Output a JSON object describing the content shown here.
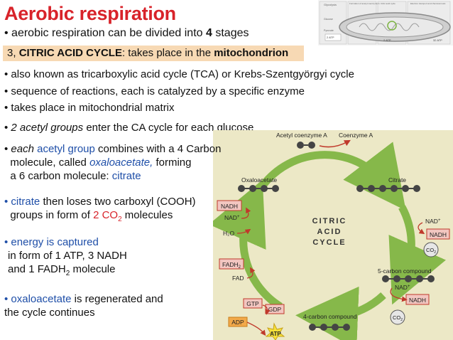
{
  "title": "Aerobic respiration",
  "stages_line": {
    "prefix": "• aerobic respiration can be divided into ",
    "bold": "4",
    "suffix": " stages"
  },
  "stage_box": {
    "prefix": "3, ",
    "name": "CITRIC ACID CYCLE",
    "mid": ": takes place in the ",
    "place": "mitochondrion"
  },
  "bullets_top": [
    "• also known as tricarboxylic acid cycle (TCA) or Krebs-Szentgyörgyi cycle",
    "• sequence of reactions, each is catalyzed by a specific enzyme",
    "• takes place in mitochondrial matrix"
  ],
  "acetyl_line": {
    "bullet": "• ",
    "italic": "2 acetyl groups",
    "rest": " enter the CA cycle for each glucose"
  },
  "acetyl_group_para": {
    "l1_pre": "• ",
    "l1_it": "each ",
    "l1_blue": "acetyl group",
    "l1_rest": " combines with a 4 Carbon",
    "l2_pre": "  molecule, called ",
    "l2_blue": "oxaloacetate,",
    "l2_rest": " forming",
    "l3_pre": "  a 6 carbon molecule: ",
    "l3_blue": "citrate"
  },
  "citrate_para": {
    "l1_blue": "• citrate",
    "l1_rest": " then loses two carboxyl (COOH)",
    "l2_pre": "  groups in form of ",
    "l2_red": "2 CO",
    "l2_sub": "2",
    "l2_rest": " molecules"
  },
  "energy_para": {
    "l1": "• energy is captured",
    "l2": "in form of 1 ATP, 3 NADH",
    "l3_pre": "and 1 FADH",
    "l3_sub": "2",
    "l3_rest": " molecule"
  },
  "oxalo_para": {
    "l1_blue": "• oxaloacetate",
    "l1_rest": " is regenerated and",
    "l2": "  the cycle continues"
  },
  "diagram": {
    "center": [
      "CITRIC",
      "ACID",
      "CYCLE"
    ],
    "acetyl_coa": "Acetyl coenzyme A",
    "coa": "Coenzyme A",
    "oxaloacetate": "Oxaloacetate",
    "citrate": "Citrate",
    "five_carbon": "5-carbon compound",
    "four_carbon": "4-carbon compound",
    "nadh": "NADH",
    "nad": "NAD",
    "nad_sup": "+",
    "h2o": "H₂O",
    "fadh": "FADH",
    "fadh_sub": "2",
    "fad": "FAD",
    "co2": "CO",
    "co2_sub": "2",
    "gtp": "GTP",
    "gdp": "GDP",
    "adp": "ADP",
    "atp": "ATP",
    "colors": {
      "enzyme_box": "#f2c6c0",
      "arrow": "#86b84a",
      "adp": "#f2a94a",
      "atp": "#f5e13a"
    }
  },
  "thumb_labels": [
    "Glycolysis",
    "Formation of acetyl coenzyme A",
    "Citric acid cycle",
    "Electron transport and chemiosmosis",
    "Glucose",
    "Pyruvate",
    "2 ATP",
    "2 ATP",
    "32 ATP"
  ]
}
